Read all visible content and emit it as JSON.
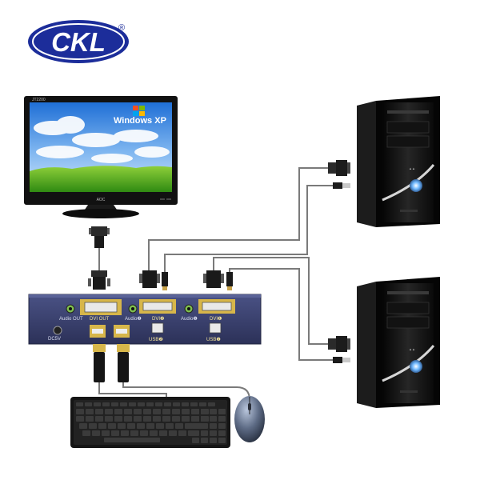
{
  "brand": {
    "logo_text": "CKL",
    "registered_mark": "®"
  },
  "monitor": {
    "model_text": "JT2200",
    "brand_text": "AOC",
    "screen_text": "Windows XP"
  },
  "kvm_switch": {
    "ports": {
      "audio_out": "Audio OUT",
      "dvi_out": "DVI OUT",
      "audio_2": "Audio❷",
      "dvi_2": "DVI❷",
      "audio_1": "Audio❶",
      "dvi_1": "DVI❶",
      "usb_2": "USB❷",
      "usb_1": "USB❶",
      "dc_5v": "DC5V"
    }
  },
  "colors": {
    "logo_blue": "#1c2d9a",
    "switch_body": "#3c4370",
    "port_gold": "#d7b64a",
    "cable": "#7a7a7a"
  }
}
